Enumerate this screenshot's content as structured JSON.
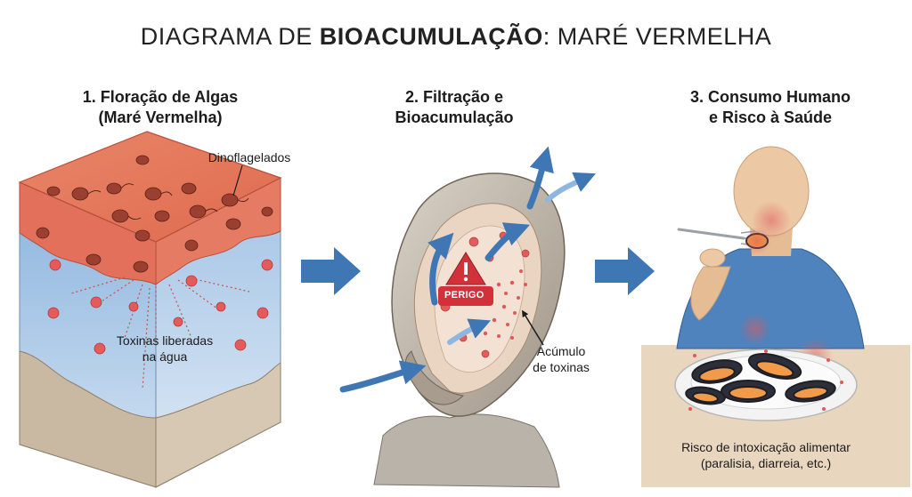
{
  "title": {
    "prefix": "DIAGRAMA DE ",
    "bold": "BIOACUMULAÇÃO",
    "suffix": ": MARÉ VERMELHA"
  },
  "steps": [
    {
      "line1": "1. Floração de Algas",
      "line2": "(Maré Vermelha)"
    },
    {
      "line1": "2. Filtração e",
      "line2": "Bioacumulação"
    },
    {
      "line1": "3. Consumo Humano",
      "line2": "e Risco à Saúde"
    }
  ],
  "labels": {
    "dinoflagelados": "Dinoflagelados",
    "toxinas_line1": "Toxinas liberadas",
    "toxinas_line2": "na água",
    "perigo": "PERIGO",
    "acumulo_line1": "Acúmulo",
    "acumulo_line2": "de toxinas",
    "risco_line1": "Risco de intoxicação alimentar",
    "risco_line2": "(paralisia, diarreia, etc.)"
  },
  "colors": {
    "algae": "#e8765a",
    "water": "#a9c9e8",
    "arrow": "#3f77b5",
    "toxin": "#e0595a",
    "danger": "#d3313a",
    "skin": "#ecc8a4",
    "shirt": "#4f83bd",
    "mussel_meat": "#f09a4a"
  }
}
